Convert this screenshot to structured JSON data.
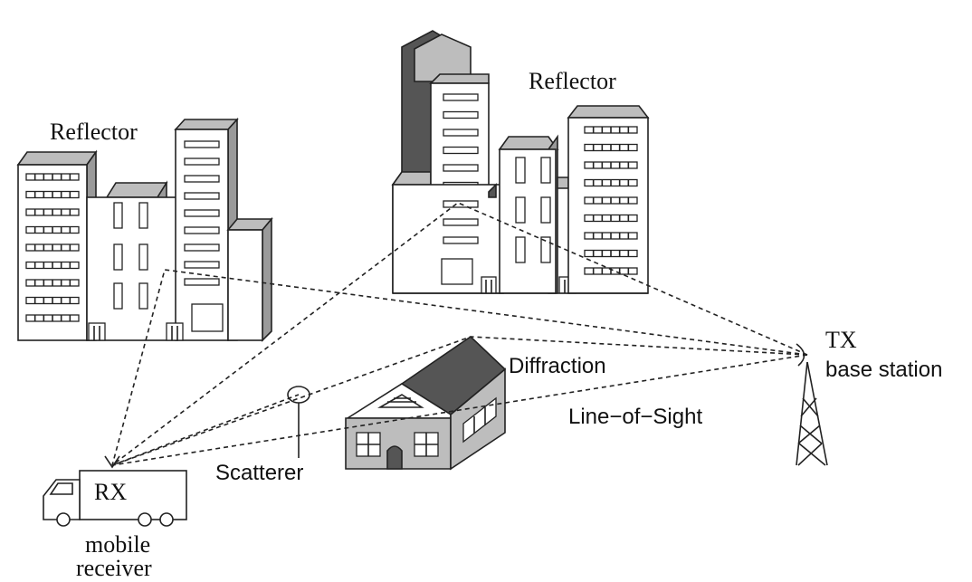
{
  "labels": {
    "reflector_left": "Reflector",
    "reflector_right": "Reflector",
    "diffraction": "Diffraction",
    "tx": "TX",
    "base_station": "base station",
    "line_of_sight": "Line−of−Sight",
    "scatterer": "Scatterer",
    "rx": "RX",
    "mobile": "mobile",
    "receiver": "receiver"
  }
}
